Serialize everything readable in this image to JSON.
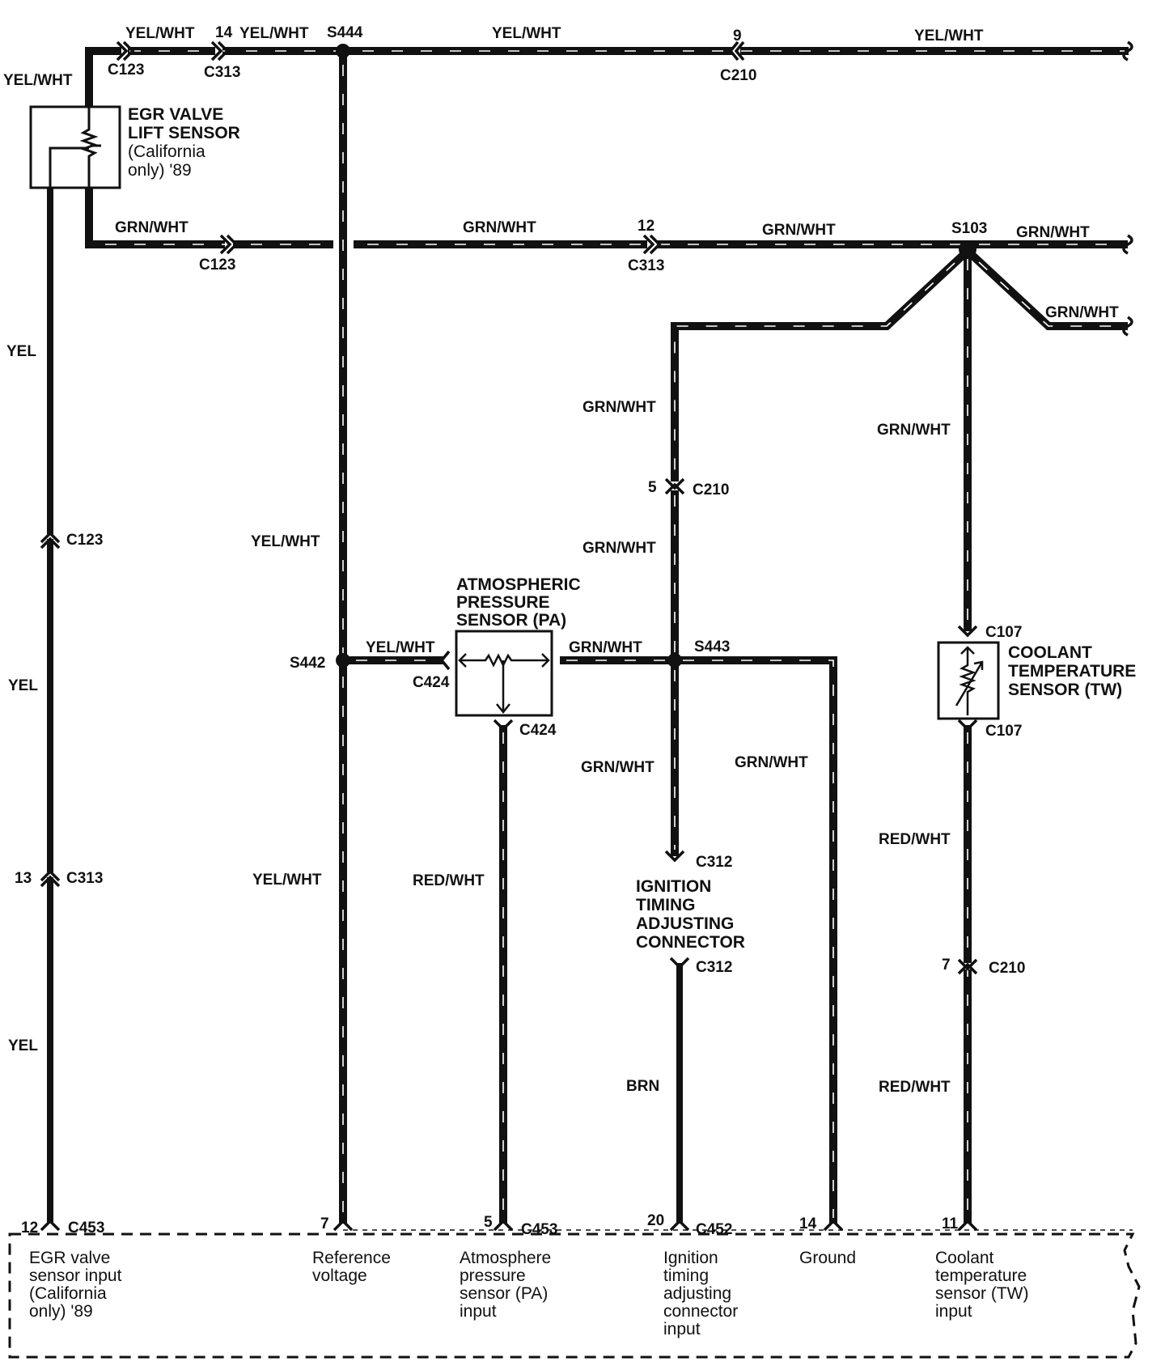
{
  "colors": {
    "wire": "#111111",
    "background": "#ffffff"
  },
  "top_harness": {
    "wire_a": "YEL/WHT",
    "wire_b": "YEL/WHT",
    "wire_c": "YEL/WHT",
    "wire_d": "YEL/WHT",
    "wire_left": "YEL/WHT",
    "pin_c313": "14",
    "pin_c210": "9",
    "conn_c123": "C123",
    "conn_c313": "C313",
    "conn_c210": "C210",
    "splice": "S444"
  },
  "egr_sensor": {
    "title_1": "EGR VALVE",
    "title_2": "LIFT SENSOR",
    "note_1": "(California",
    "note_2": "only) '89"
  },
  "grn_harness": {
    "wire_a": "GRN/WHT",
    "wire_b": "GRN/WHT",
    "wire_c": "GRN/WHT",
    "wire_d": "GRN/WHT",
    "wire_e": "GRN/WHT",
    "pin_c313": "12",
    "conn_c123": "C123",
    "conn_c313": "C313",
    "splice": "S103"
  },
  "left_column": {
    "yel_1": "YEL",
    "yel_2": "YEL",
    "yel_3": "YEL",
    "conn_c123": "C123",
    "pin_c313": "13",
    "conn_c313": "C313",
    "pin_c453": "12",
    "conn_c453": "C453"
  },
  "ref_column": {
    "wire_1": "YEL/WHT",
    "wire_2": "YEL/WHT",
    "splice": "S442",
    "pin_c453": "7"
  },
  "pa_sensor": {
    "title_1": "ATMOSPHERIC",
    "title_2": "PRESSURE",
    "title_3": "SENSOR  (PA)",
    "wire_in": "YEL/WHT",
    "wire_out": "GRN/WHT",
    "wire_down": "RED/WHT",
    "conn_in": "C424",
    "conn_down": "C424",
    "pin_c453": "5",
    "conn_c453": "C453"
  },
  "itac_column": {
    "wire_1": "GRN/WHT",
    "wire_2": "GRN/WHT",
    "wire_3": "GRN/WHT",
    "wire_brn": "BRN",
    "pin_c210": "5",
    "conn_c210": "C210",
    "splice": "S443",
    "conn_c312_a": "C312",
    "conn_c312_b": "C312",
    "title_1": "IGNITION",
    "title_2": "TIMING",
    "title_3": "ADJUSTING",
    "title_4": "CONNECTOR",
    "pin_c452": "20",
    "conn_c452": "C452"
  },
  "ground_column": {
    "wire": "GRN/WHT",
    "pin": "14"
  },
  "tw_column": {
    "wire_1": "GRN/WHT",
    "wire_2": "RED/WHT",
    "wire_3": "RED/WHT",
    "conn_c107_a": "C107",
    "conn_c107_b": "C107",
    "title_1": "COOLANT",
    "title_2": "TEMPERATURE",
    "title_3": "SENSOR  (TW)",
    "pin_c210": "7",
    "conn_c210": "C210",
    "pin_pcm": "11"
  },
  "pcm_descriptions": {
    "egr": [
      "EGR valve",
      "sensor input",
      "(California",
      "only)  '89"
    ],
    "ref": [
      "Reference",
      "voltage"
    ],
    "pa": [
      "Atmosphere",
      "pressure",
      "sensor  (PA)",
      "input"
    ],
    "itac": [
      "Ignition",
      "timing",
      "adjusting",
      "connector",
      "input"
    ],
    "gnd": [
      "Ground"
    ],
    "tw": [
      "Coolant",
      "temperature",
      "sensor  (TW)",
      "input"
    ]
  }
}
